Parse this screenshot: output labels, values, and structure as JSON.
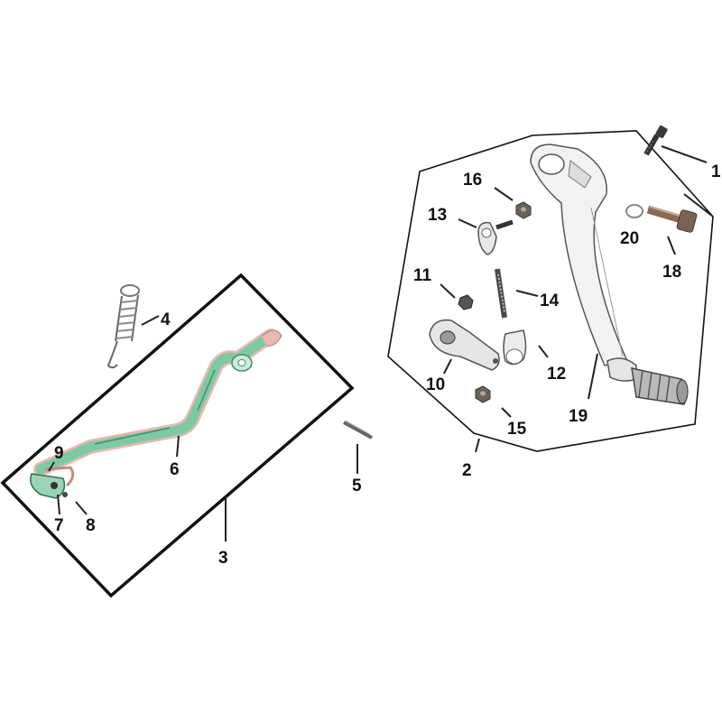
{
  "colors": {
    "frame": "#111111",
    "callout_text": "#111111",
    "lever_green": "#7fc9a2",
    "lever_green_dark": "#3f8f68",
    "lever_highlight": "#e8b9b0",
    "metal_light": "#f2f2f2",
    "metal_mid": "#bdbdbd",
    "metal_dark": "#555555",
    "bolt_dark": "#333333",
    "copper": "#b07a4f"
  },
  "icons": {
    "bolt": "hex-bolt-icon",
    "nut": "hex-nut-icon",
    "spring": "coil-spring-icon",
    "washer": "washer-icon"
  },
  "callouts": {
    "c1": "1",
    "c2": "2",
    "c3": "3",
    "c4": "4",
    "c5": "5",
    "c6": "6",
    "c7": "7",
    "c8": "8",
    "c9": "9",
    "c10": "10",
    "c11": "11",
    "c12": "12",
    "c13": "13",
    "c14": "14",
    "c15": "15",
    "c16": "16",
    "c18": "18",
    "c19": "19",
    "c20": "20"
  }
}
